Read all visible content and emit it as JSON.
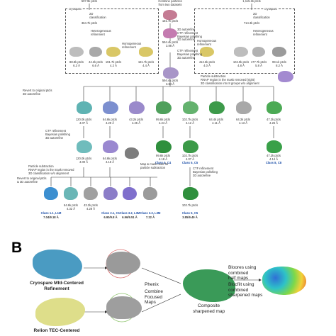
{
  "top": {
    "left_particles": "507.9k ptcls",
    "center_intro": "Combine particles\nfrom two datasets",
    "center_count": "181.7k ptcls",
    "right_particles": "1,115.2k ptcls"
  },
  "boxes": {
    "left_tag": "cryosparc",
    "right_tag": "cryosparc",
    "class2d": "2D\nclassification",
    "left_2d_count": "364.7k ptcls",
    "right_2d_count": "714.3k ptcls",
    "hetero": "Heterogeneous\nrefinement",
    "left_classes": [
      "88.8k ptcls\n6.3 Å",
      "44.2k ptcls\n6.6 Å",
      "191.7k ptcls\n4.2 Å",
      "181.7k ptcls\n4.4 Å"
    ],
    "right_classes": [
      "412.6k ptcls\n4.0 Å",
      "104.9k ptcls\n4.8 Å",
      "177.7k ptcls\n5.8 Å",
      "99.1k ptcls\n8.2 Å"
    ],
    "homog_left": "Homogeneous\nrefinement",
    "homog_right": "Homogeneous\nrefinement"
  },
  "center_chain": {
    "step1": "3D autorefine\nCTF refinement\nBayesian polishing\n3D autorefine",
    "count1": "594.4k ptcls\n3.88 Å",
    "step2": "CTF refinement\nBayesian polishing\n3D autorefine",
    "count2": "594.4k ptcls\n3.64 Å",
    "step3": "Particle subtraction\nRNAP region in the mask removed (right)\n3D classification into 8 groups w/o alignment"
  },
  "revert1": "Revert to original ptcls\n3D autorefine",
  "row1": [
    {
      "n": "120.0k ptcls",
      "r": "4.07 Å"
    },
    {
      "n": "64.6k ptcls",
      "r": "4.29 Å"
    },
    {
      "n": "43.2k ptcls",
      "r": "4.25 Å"
    },
    {
      "n": "99.6k ptcls",
      "r": "4.24 Å"
    },
    {
      "n": "102.7k ptcls",
      "r": "4.12 Å"
    },
    {
      "n": "64.4k ptcls",
      "r": "4.11 Å"
    },
    {
      "n": "64.3k ptcls",
      "r": "4.13 Å"
    },
    {
      "n": "47.3k ptcls",
      "r": "4.26 Å"
    }
  ],
  "ctf2": "CTF refinement\nBayesian polishing\n3D autorefine",
  "row2": [
    {
      "n": "120.0k ptcls",
      "r": "4.00 Å",
      "c": ""
    },
    {
      "n": "64.6k ptcls",
      "r": "4.16 Å",
      "c": ""
    },
    {
      "n": "99.6k ptcls",
      "r": "4.18 Å",
      "c": "Class 4, C4"
    },
    {
      "n": "102.7k ptcls",
      "r": "4.07 Å",
      "c": "Class 5, C5"
    },
    {
      "n": "47.3k ptcls",
      "r": "4.14 Å",
      "c": "Class 8, C8"
    }
  ],
  "mapmask": "Map & mask used for\nparticle subtraction",
  "subtract2": "Particle subtraction\nRNAP region in the mask removed\n3D classification w/o alignment",
  "ctf3": "CTF refinement\nBayesian polishing\n3D autorefine",
  "revert2": "Revert to original ptcls\n& 3D autorefine",
  "row3": [
    {
      "n": "",
      "r": "",
      "c": "Class 1.1, L1M"
    },
    {
      "n": "64.6k ptcls",
      "r": "4.32 Å",
      "c": ""
    },
    {
      "n": "43.2k ptcls",
      "r": "4.28 Å",
      "c": ""
    },
    {
      "n": "",
      "r": "",
      "c": "Class 2.1, C1"
    },
    {
      "n": "",
      "r": "",
      "c": "Class 3.2, L3M"
    },
    {
      "n": "",
      "r": "",
      "c": "Class 3.3, L3M"
    },
    {
      "n": "102.7k ptcls",
      "r": "",
      "c": "Class 5, C5"
    }
  ],
  "row3_res": [
    "7.04/9.18 Å",
    "",
    "",
    "6.90/9.8 Å",
    "6.96/9.51 Å",
    "7.22 Å",
    "3.85/9.49 Å"
  ],
  "panel_b": {
    "letter": "B",
    "label_top": "Cryospare Mfd-Centered\nRefinement",
    "label_bottom": "Relion TEC-Centered",
    "phenix": "Phenix",
    "combine": "Combine\nFocused\nMaps",
    "composite": "Composite\nsharpened map",
    "bloores": "Bloores using\ncombined\nhalf maps",
    "blocfilt": "Blocfilt using\ncombined\nsharpened maps"
  },
  "colors": {
    "grey_map": "#8c8c8c",
    "teal_map": "#46a8a8",
    "purple_map": "#8a7bc9",
    "green_map": "#3d9a4a",
    "yellow_map": "#d8c65c",
    "blue_map": "#4a8fd0",
    "pink_map": "#c77b9a"
  }
}
